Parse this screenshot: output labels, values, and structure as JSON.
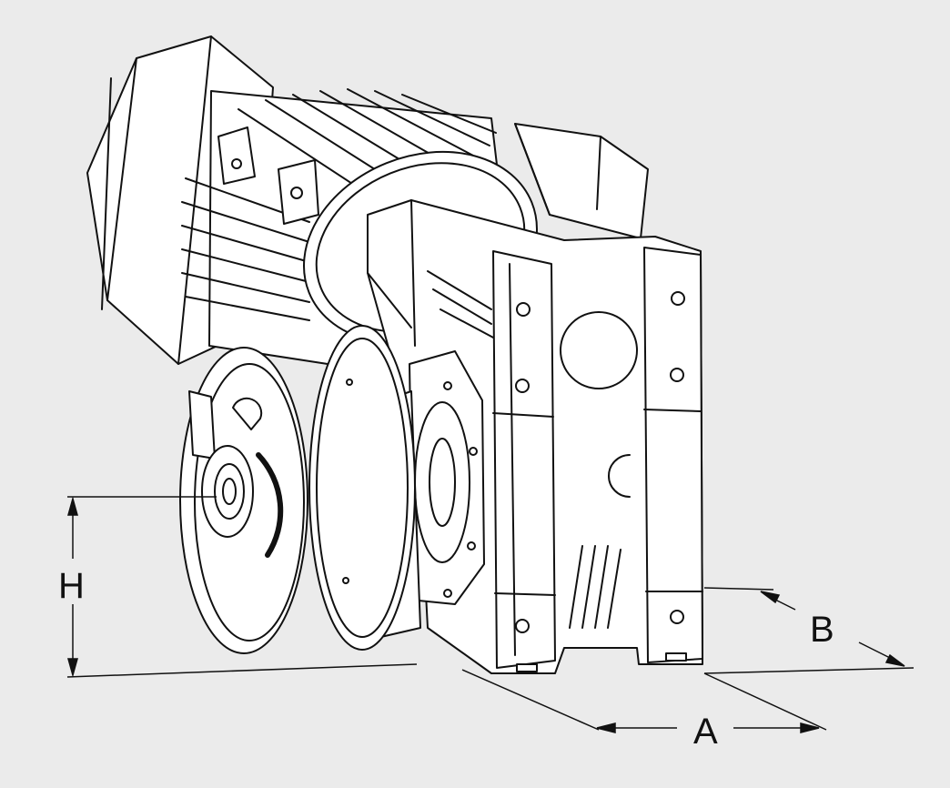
{
  "figure": {
    "dimension_labels": {
      "height": "H",
      "width": "A",
      "depth": "B"
    },
    "colors": {
      "background": "#ebebeb",
      "line": "#111111",
      "fill": "#ffffff"
    }
  }
}
